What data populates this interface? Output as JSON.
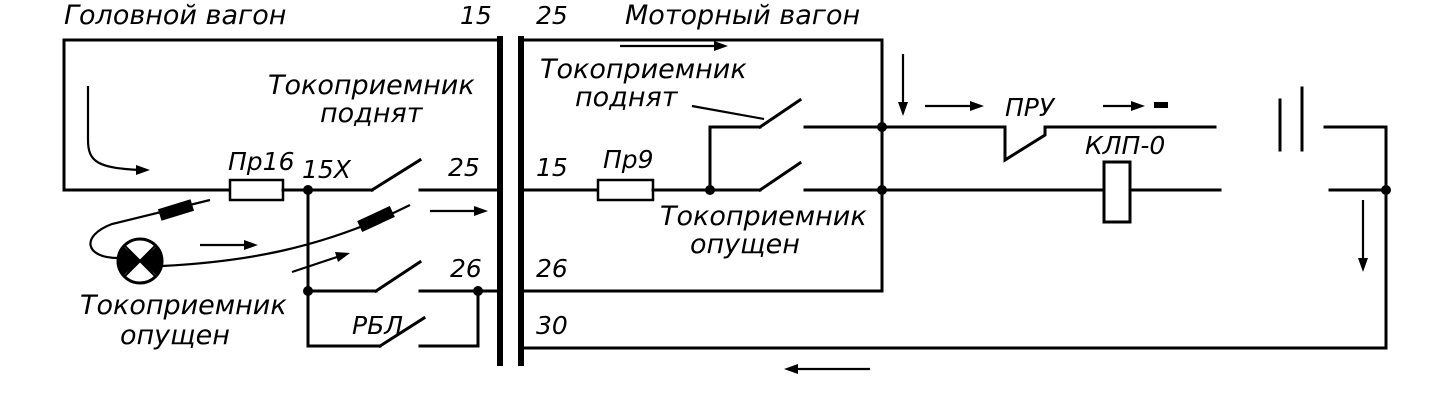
{
  "labels": {
    "head_car": "Головной вагон",
    "motor_car": "Моторный вагон",
    "num_15_top": "15",
    "num_25_top": "25",
    "panto_up_left_1": "Токоприемник",
    "panto_up_left_2": "поднят",
    "panto_up_right_1": "Токоприемник",
    "panto_up_right_2": "поднят",
    "pr16": "Пр16",
    "x15": "15Х",
    "num_25_left": "25",
    "num_15_right": "15",
    "pr9": "Пр9",
    "pru": "ПРУ",
    "klp": "КЛП-0",
    "panto_down_mid_1": "Токоприемник",
    "panto_down_mid_2": "опущен",
    "num_26_left": "26",
    "num_26_right": "26",
    "rbl": "РБЛ",
    "num_30": "30",
    "panto_down_left_1": "Токоприемник",
    "panto_down_left_2": "опущен"
  }
}
